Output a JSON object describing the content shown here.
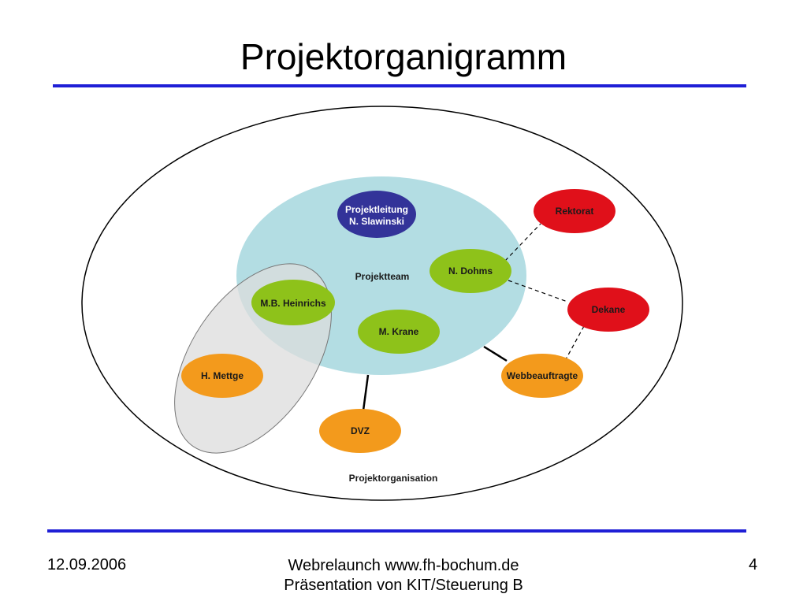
{
  "title": "Projektorganigramm",
  "colors": {
    "rule": "#1f1fd6",
    "team_ellipse": "#b3dde3",
    "leader_node": "#333399",
    "green_node": "#8ec21a",
    "red_node": "#e0101a",
    "orange_node": "#f39a1c",
    "group_ellipse": "#dcdcdc"
  },
  "diagram": {
    "outer_label": "Projektorganisation",
    "team_label": "Projektteam",
    "nodes": {
      "projektleitung_line1": "Projektleitung",
      "projektleitung_line2": "N. Slawinski",
      "dohms": "N. Dohms",
      "heinrichs": "M.B. Heinrichs",
      "krane": "M. Krane",
      "mettge": "H. Mettge",
      "dvz": "DVZ",
      "rektorat": "Rektorat",
      "dekane": "Dekane",
      "webbeauftragte": "Webbeauftragte"
    }
  },
  "footer": {
    "date": "12.09.2006",
    "line1": "Webrelaunch www.fh-bochum.de",
    "line2": "Präsentation von KIT/Steuerung B",
    "page": "4"
  }
}
